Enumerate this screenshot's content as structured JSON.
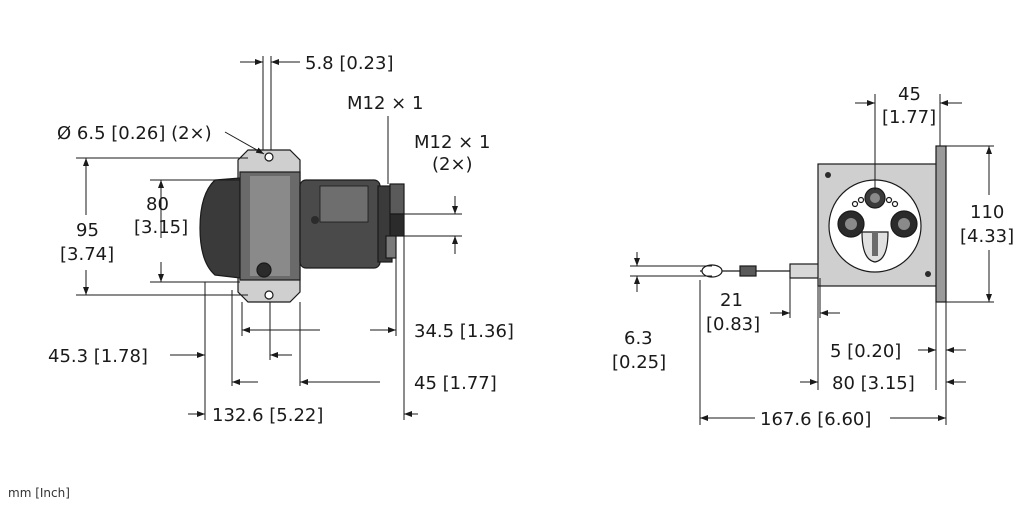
{
  "units_note": "mm [Inch]",
  "left_view": {
    "dims": {
      "d1": "5.8 [0.23]",
      "d2": "M12 × 1",
      "d3": "Ø 6.5 [0.26] (2×)",
      "d4_a": "M12 × 1",
      "d4_b": "(2×)",
      "d5_a": "80",
      "d5_b": "[3.15]",
      "d6_a": "95",
      "d6_b": "[3.74]",
      "d7": "34.5 [1.36]",
      "d8": "45.3 [1.78]",
      "d9": "45 [1.77]",
      "d10": "132.6 [5.22]"
    }
  },
  "right_view": {
    "dims": {
      "d1_a": "45",
      "d1_b": "[1.77]",
      "d2_a": "110",
      "d2_b": "[4.33]",
      "d3_a": "21",
      "d3_b": "[0.83]",
      "d4_a": "6.3",
      "d4_b": "[0.25]",
      "d5": "5 [0.20]",
      "d6": "80 [3.15]",
      "d7": "167.6 [6.60]"
    }
  },
  "colors": {
    "line": "#1a1a1a",
    "body_dark": "#2b2b2b",
    "body_mid": "#5a5a5a",
    "body_light": "#9a9a9a",
    "plate": "#bdbdbd"
  }
}
